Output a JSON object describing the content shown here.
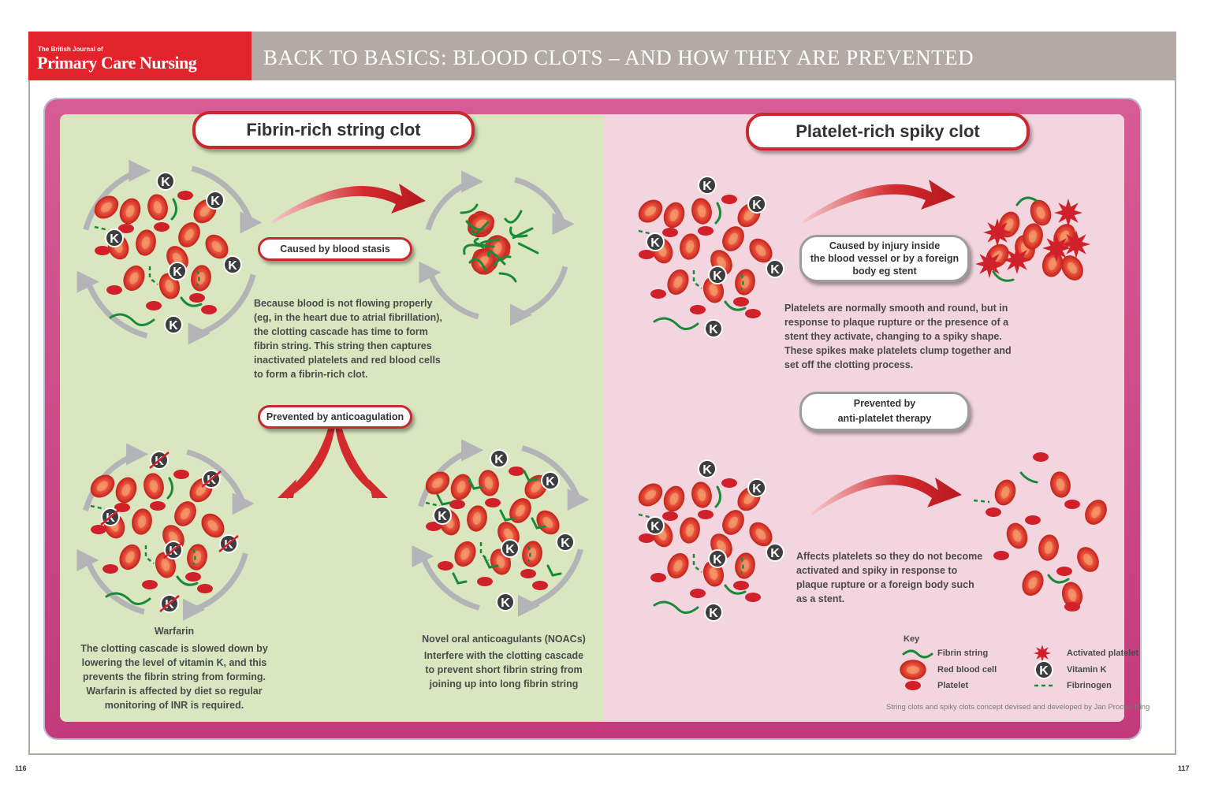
{
  "header": {
    "logo_small": "The British Journal of",
    "logo_big": "Primary Care Nursing",
    "title": "BACK TO BASICS: BLOOD CLOTS – AND HOW THEY ARE PREVENTED"
  },
  "left": {
    "heading": "Fibrin-rich string clot",
    "cause_label": "Caused by blood stasis",
    "cause_text": [
      "Because blood is not flowing properly",
      "(eg, in the heart due to atrial fibrillation),",
      "the clotting cascade has time to form",
      "fibrin string. This string then captures",
      "inactivated platelets and red blood cells",
      "to form a fibrin-rich clot."
    ],
    "prevent_label": "Prevented by anticoagulation",
    "warfarin_title": "Warfarin",
    "warfarin_text": [
      "The clotting cascade is slowed down by",
      "lowering the level of vitamin K, and this",
      "prevents the fibrin string from forming.",
      "Warfarin is affected by diet so regular",
      "monitoring of INR is required."
    ],
    "noac_title": "Novel oral anticoagulants (NOACs)",
    "noac_text": [
      "Interfere with the clotting cascade",
      "to prevent short fibrin string from",
      "joining up into long fibrin string"
    ]
  },
  "right": {
    "heading": "Platelet-rich spiky clot",
    "cause_label": [
      "Caused by injury inside",
      "the blood vessel or by a foreign",
      "body eg stent"
    ],
    "cause_text": [
      "Platelets are normally smooth and round, but in",
      "response to plaque rupture or the presence of a",
      "stent they activate, changing to a spiky shape.",
      "These spikes make platelets clump together and",
      "set off the clotting process."
    ],
    "prevent_label": [
      "Prevented by",
      "anti-platelet therapy"
    ],
    "effect_text": [
      "Affects platelets so they do not become",
      "activated and spiky in response to",
      "plaque rupture or a foreign body such",
      "as a stent."
    ]
  },
  "key": {
    "title": "Key",
    "items": [
      "Fibrin string",
      "Red blood cell",
      "Platelet",
      "Activated platelet",
      "Vitamin K",
      "Fibrinogen"
    ],
    "vitamin_k_letter": "K"
  },
  "credit": "String clots and spiky clots concept devised and developed by Jan Procter-King",
  "page_numbers": {
    "left": "116",
    "right": "117"
  },
  "colors": {
    "logo_red": "#e3232b",
    "header_grey": "#b3aaa6",
    "magenta": "#c23a7a",
    "green_panel": "#d9e6c0",
    "pink_panel": "#f3d5df",
    "rbc": "#e8503e",
    "fibrin": "#1a8a3a",
    "platelet": "#d0202a"
  }
}
